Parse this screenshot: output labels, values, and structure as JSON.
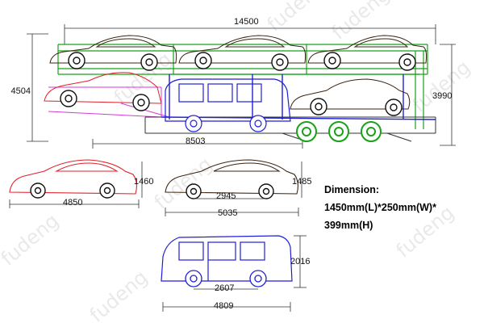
{
  "watermark": "fudeng",
  "top_diagram": {
    "length": "14500",
    "height_left": "4504",
    "height_right": "3990",
    "wheelbase": "8503"
  },
  "car_a": {
    "length": "4850",
    "height": "1460"
  },
  "car_b": {
    "wheelbase": "2945",
    "length": "5035",
    "height": "1485"
  },
  "van": {
    "wheelbase": "2607",
    "length": "4809",
    "height": "2016"
  },
  "dimension": {
    "title": "Dimension:",
    "line1": "1450mm(L)*250mm(W)*",
    "line2": "399mm(H)"
  },
  "colors": {
    "red": "#e0202a",
    "green": "#16a316",
    "blue": "#1f1fd6",
    "dark": "#3a2412"
  }
}
